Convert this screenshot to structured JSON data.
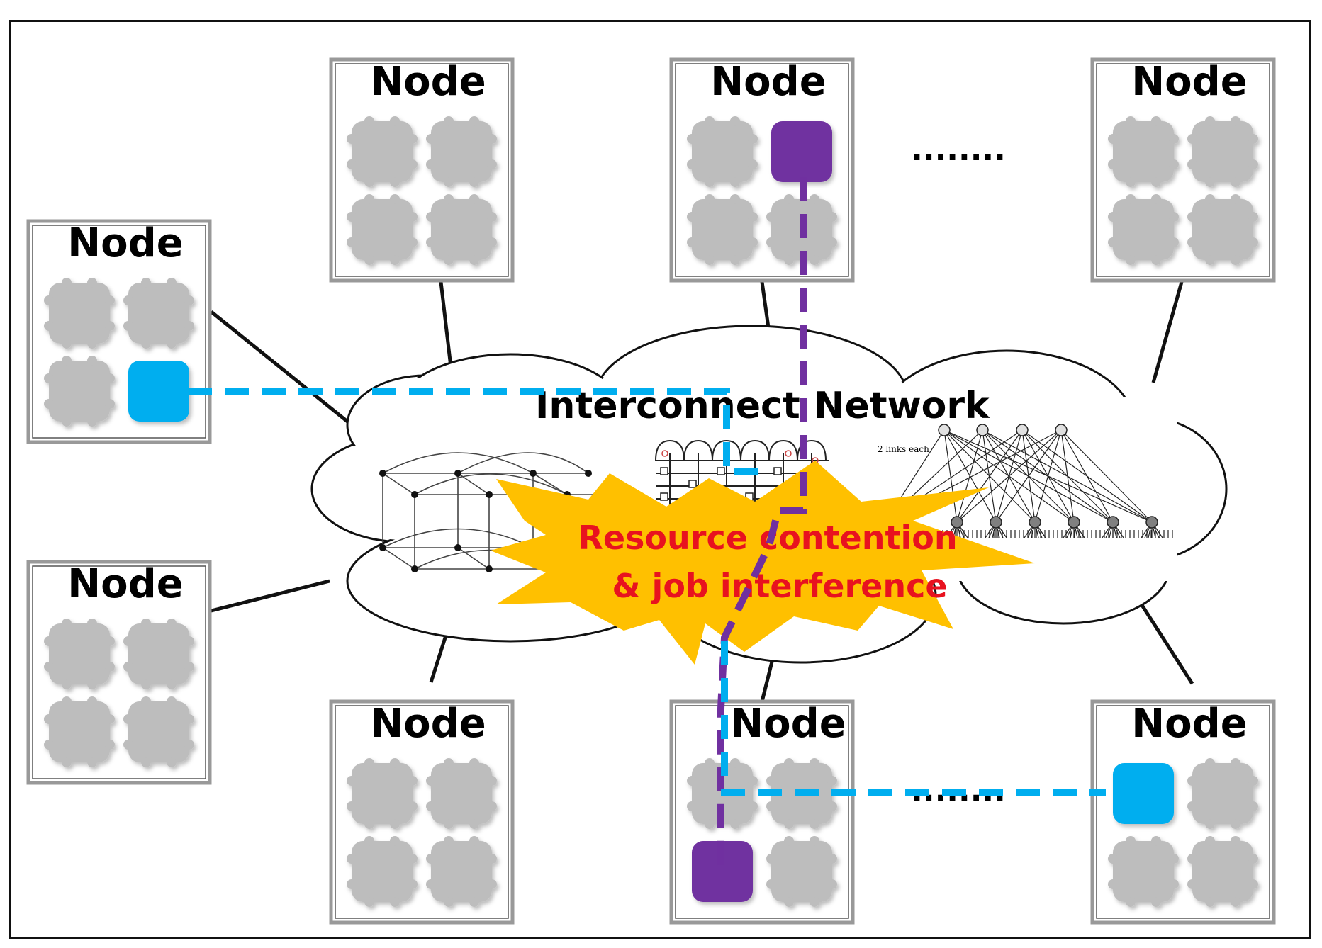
{
  "diagram": {
    "node_label": "Node",
    "network_label_left": "Interconnect",
    "network_label_right": "Network",
    "contention_line1": "Resource contention",
    "contention_line2": "& job interference",
    "ellipsis_top": "........",
    "ellipsis_bottom": "........",
    "topology_note": "2 links each",
    "nodes": [
      {
        "id": "top-2",
        "highlight": [
          null,
          null,
          null,
          null
        ]
      },
      {
        "id": "top-3",
        "highlight": [
          null,
          "purple",
          null,
          null
        ]
      },
      {
        "id": "top-4",
        "highlight": [
          null,
          null,
          null,
          null
        ]
      },
      {
        "id": "left-1",
        "highlight": [
          null,
          null,
          null,
          "blue"
        ]
      },
      {
        "id": "left-2",
        "highlight": [
          null,
          null,
          null,
          null
        ]
      },
      {
        "id": "bottom-2",
        "highlight": [
          null,
          null,
          null,
          null
        ]
      },
      {
        "id": "bottom-3",
        "highlight": [
          null,
          null,
          "purple",
          null
        ]
      },
      {
        "id": "bottom-4",
        "highlight": [
          "blue",
          null,
          null,
          null
        ]
      }
    ],
    "colors": {
      "core_gray": "#bdbdbd",
      "job_blue": "#00aeef",
      "job_purple": "#7030a0",
      "burst_fill": "#ffc000",
      "burst_text": "#e8121f"
    }
  }
}
